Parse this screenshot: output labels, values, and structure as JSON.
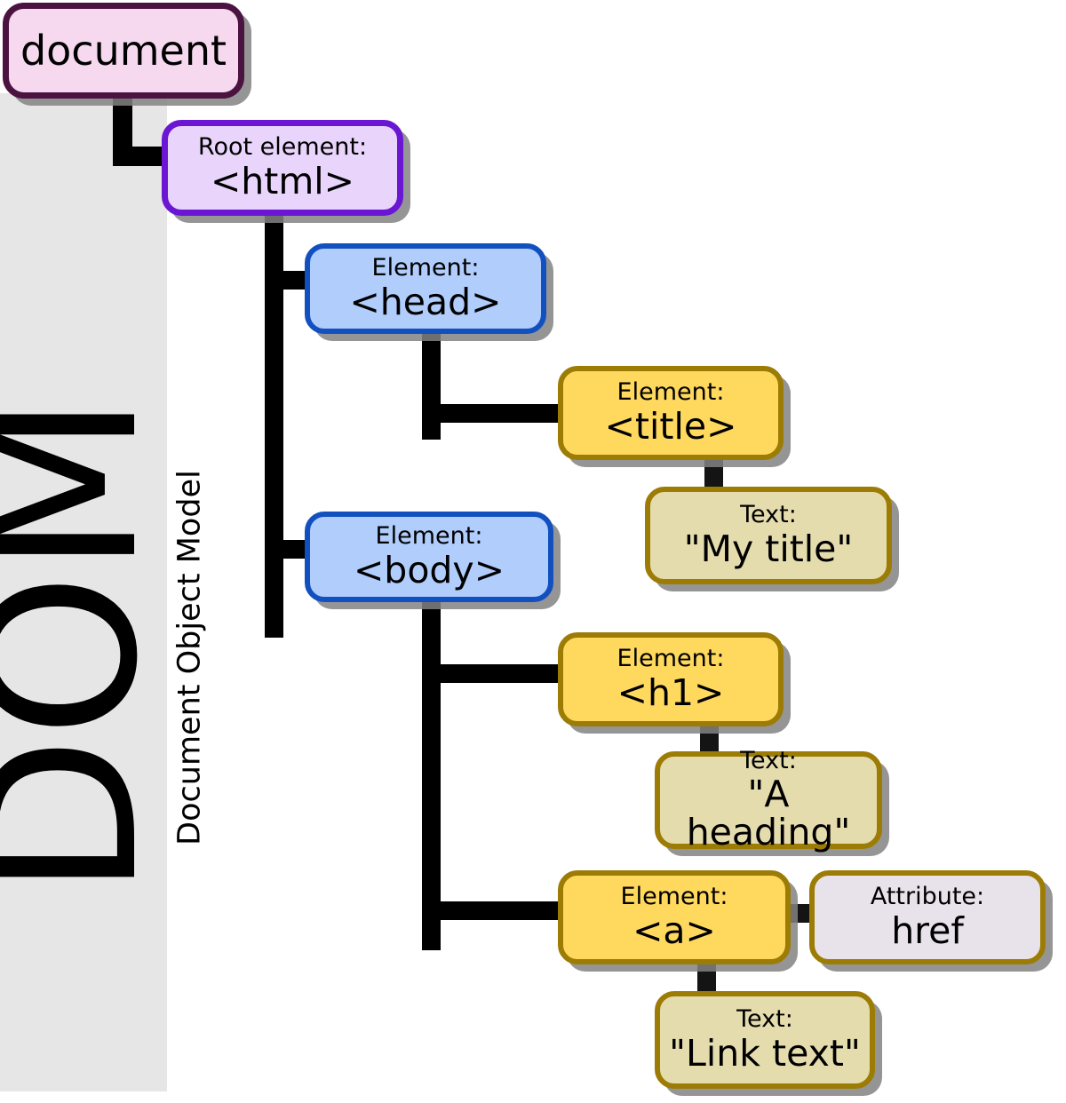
{
  "diagram": {
    "title": "DOM",
    "subtitle": "Document Object Model",
    "colors": {
      "sidebar_bg": "#e6e6e6",
      "document_fill": "#f6d9ef",
      "document_border": "#4b1340",
      "root_fill": "#e9d5fb",
      "root_border": "#6a16d2",
      "element_blue_fill": "#b0cdfc",
      "element_blue_border": "#1350bf",
      "element_yellow_fill": "#ffd95e",
      "element_yellow_border": "#9c7c05",
      "text_fill": "#e5dcae",
      "attribute_fill": "#e8e2ea",
      "connector": "#000000"
    },
    "nodes": {
      "document": {
        "value": "document"
      },
      "html": {
        "kind": "Root element:",
        "value": "<html>"
      },
      "head": {
        "kind": "Element:",
        "value": "<head>"
      },
      "title": {
        "kind": "Element:",
        "value": "<title>"
      },
      "title_text": {
        "kind": "Text:",
        "value": "\"My title\""
      },
      "body": {
        "kind": "Element:",
        "value": "<body>"
      },
      "h1": {
        "kind": "Element:",
        "value": "<h1>"
      },
      "h1_text": {
        "kind": "Text:",
        "value": "\"A heading\""
      },
      "anchor": {
        "kind": "Element:",
        "value": "<a>"
      },
      "anchor_attr": {
        "kind": "Attribute:",
        "value": "href"
      },
      "anchor_text": {
        "kind": "Text:",
        "value": "\"Link text\""
      }
    }
  }
}
